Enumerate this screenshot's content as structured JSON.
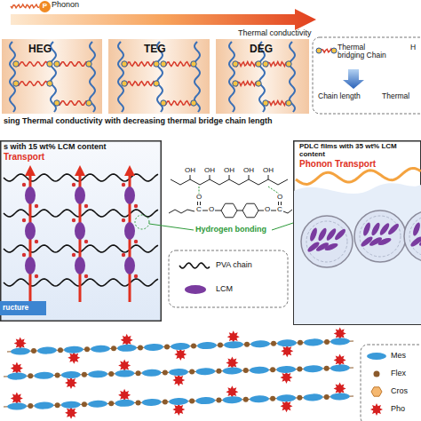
{
  "diagram": {
    "nodes": [
      {
        "text": [
          "P"
        ]
      },
      {
        "text": [
          "HEG"
        ]
      },
      {
        "text": [
          "TEG"
        ]
      },
      {
        "text": [
          "DEG"
        ]
      },
      {
        "text": [
          "s with 15 wt% LCM content",
          "Transport"
        ]
      },
      {
        "text": [
          "ructure"
        ],
        "in": 4
      },
      {
        "text": [
          "PDLC films with 35 wt% LCM content",
          "Phonon Transport"
        ]
      }
    ],
    "labels": [
      "Phonon",
      "Thermal conductivity",
      "sing Thermal conductivity with decreasing thermal bridge chain length",
      "Chain length",
      "Thermal",
      "OH",
      "OH",
      "OH",
      "OH",
      "OH",
      "O",
      "C",
      "O",
      "O",
      "C",
      "O",
      "Hydrogen bonding"
    ],
    "legend": [
      {
        "text": "Thermal bridging Chain"
      },
      {
        "text": "H"
      },
      {
        "text": "PVA chain"
      },
      {
        "text": "LCM"
      },
      {
        "text": "Mes"
      },
      {
        "text": "Flex"
      },
      {
        "text": "Cros"
      },
      {
        "text": "Pho"
      }
    ]
  }
}
